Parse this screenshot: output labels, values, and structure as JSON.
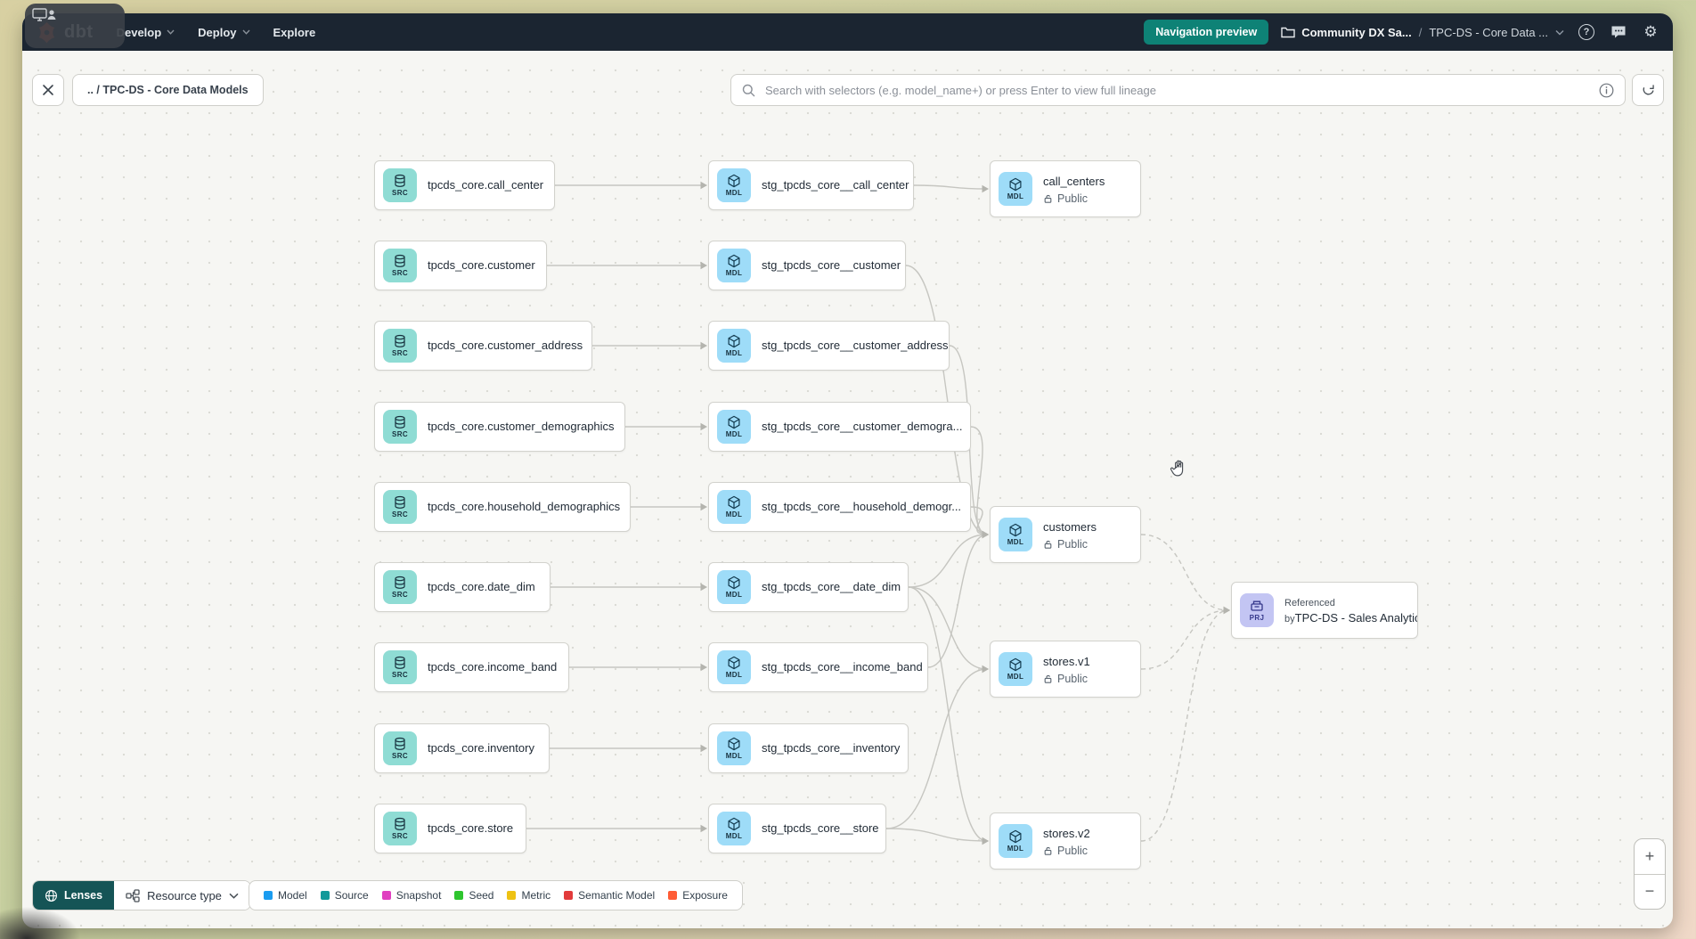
{
  "navbar": {
    "brand": "dbt",
    "menus": [
      {
        "label": "Develop",
        "caret": true
      },
      {
        "label": "Deploy",
        "caret": true
      },
      {
        "label": "Explore",
        "caret": false
      }
    ],
    "preview_button": "Navigation preview",
    "breadcrumb": {
      "project": "Community DX Sa...",
      "separator": "/",
      "page": "TPC-DS - Core Data ..."
    },
    "icons": [
      "help-icon",
      "feedback-icon",
      "gear-icon"
    ]
  },
  "toolbar": {
    "path_chip": ".. / TPC-DS - Core Data Models",
    "search_placeholder": "Search with selectors (e.g. model_name+) or press Enter to view full lineage"
  },
  "graph": {
    "source_badge": "SRC",
    "model_badge": "MDL",
    "project_badge": "PRJ",
    "visibility_label": "Public",
    "referenced_by_label": "Referenced by",
    "sources": [
      "tpcds_core.call_center",
      "tpcds_core.customer",
      "tpcds_core.customer_address",
      "tpcds_core.customer_demographics",
      "tpcds_core.household_demographics",
      "tpcds_core.date_dim",
      "tpcds_core.income_band",
      "tpcds_core.inventory",
      "tpcds_core.store"
    ],
    "staging": [
      "stg_tpcds_core__call_center",
      "stg_tpcds_core__customer",
      "stg_tpcds_core__customer_address",
      "stg_tpcds_core__customer_demogra...",
      "stg_tpcds_core__household_demogr...",
      "stg_tpcds_core__date_dim",
      "stg_tpcds_core__income_band",
      "stg_tpcds_core__inventory",
      "stg_tpcds_core__store"
    ],
    "models": [
      {
        "name": "call_centers",
        "visibility": "Public"
      },
      {
        "name": "customers",
        "visibility": "Public"
      },
      {
        "name": "stores.v1",
        "visibility": "Public"
      },
      {
        "name": "stores.v2",
        "visibility": "Public"
      }
    ],
    "project_node": {
      "label": "Referenced by",
      "name": "TPC-DS - Sales Analytics"
    },
    "edges": [
      {
        "from": "tpcds_core.call_center",
        "to": "stg_tpcds_core__call_center"
      },
      {
        "from": "tpcds_core.customer",
        "to": "stg_tpcds_core__customer"
      },
      {
        "from": "tpcds_core.customer_address",
        "to": "stg_tpcds_core__customer_address"
      },
      {
        "from": "tpcds_core.customer_demographics",
        "to": "stg_tpcds_core__customer_demogra..."
      },
      {
        "from": "tpcds_core.household_demographics",
        "to": "stg_tpcds_core__household_demogr..."
      },
      {
        "from": "tpcds_core.date_dim",
        "to": "stg_tpcds_core__date_dim"
      },
      {
        "from": "tpcds_core.income_band",
        "to": "stg_tpcds_core__income_band"
      },
      {
        "from": "tpcds_core.inventory",
        "to": "stg_tpcds_core__inventory"
      },
      {
        "from": "tpcds_core.store",
        "to": "stg_tpcds_core__store"
      },
      {
        "from": "stg_tpcds_core__call_center",
        "to": "call_centers"
      },
      {
        "from": "stg_tpcds_core__customer",
        "to": "customers"
      },
      {
        "from": "stg_tpcds_core__customer_address",
        "to": "customers"
      },
      {
        "from": "stg_tpcds_core__customer_demogra...",
        "to": "customers"
      },
      {
        "from": "stg_tpcds_core__household_demogr...",
        "to": "customers"
      },
      {
        "from": "stg_tpcds_core__date_dim",
        "to": "customers"
      },
      {
        "from": "stg_tpcds_core__income_band",
        "to": "customers"
      },
      {
        "from": "stg_tpcds_core__date_dim",
        "to": "stores.v1"
      },
      {
        "from": "stg_tpcds_core__store",
        "to": "stores.v1"
      },
      {
        "from": "stg_tpcds_core__date_dim",
        "to": "stores.v2"
      },
      {
        "from": "stg_tpcds_core__store",
        "to": "stores.v2"
      },
      {
        "from": "customers",
        "to": "TPC-DS - Sales Analytics",
        "dashed": true
      },
      {
        "from": "stores.v1",
        "to": "TPC-DS - Sales Analytics",
        "dashed": true
      },
      {
        "from": "stores.v2",
        "to": "TPC-DS - Sales Analytics",
        "dashed": true
      }
    ]
  },
  "footer": {
    "lenses_label": "Lenses",
    "resource_type_label": "Resource type",
    "legend": [
      {
        "label": "Model",
        "color": "#1a9cf0"
      },
      {
        "label": "Source",
        "color": "#12999a"
      },
      {
        "label": "Snapshot",
        "color": "#e03fc0"
      },
      {
        "label": "Seed",
        "color": "#2ec52e"
      },
      {
        "label": "Metric",
        "color": "#eec213"
      },
      {
        "label": "Semantic Model",
        "color": "#e23b3b"
      },
      {
        "label": "Exposure",
        "color": "#ff5c35"
      }
    ]
  },
  "zoom_controls": {
    "zoom_in": "+",
    "zoom_out": "−"
  }
}
